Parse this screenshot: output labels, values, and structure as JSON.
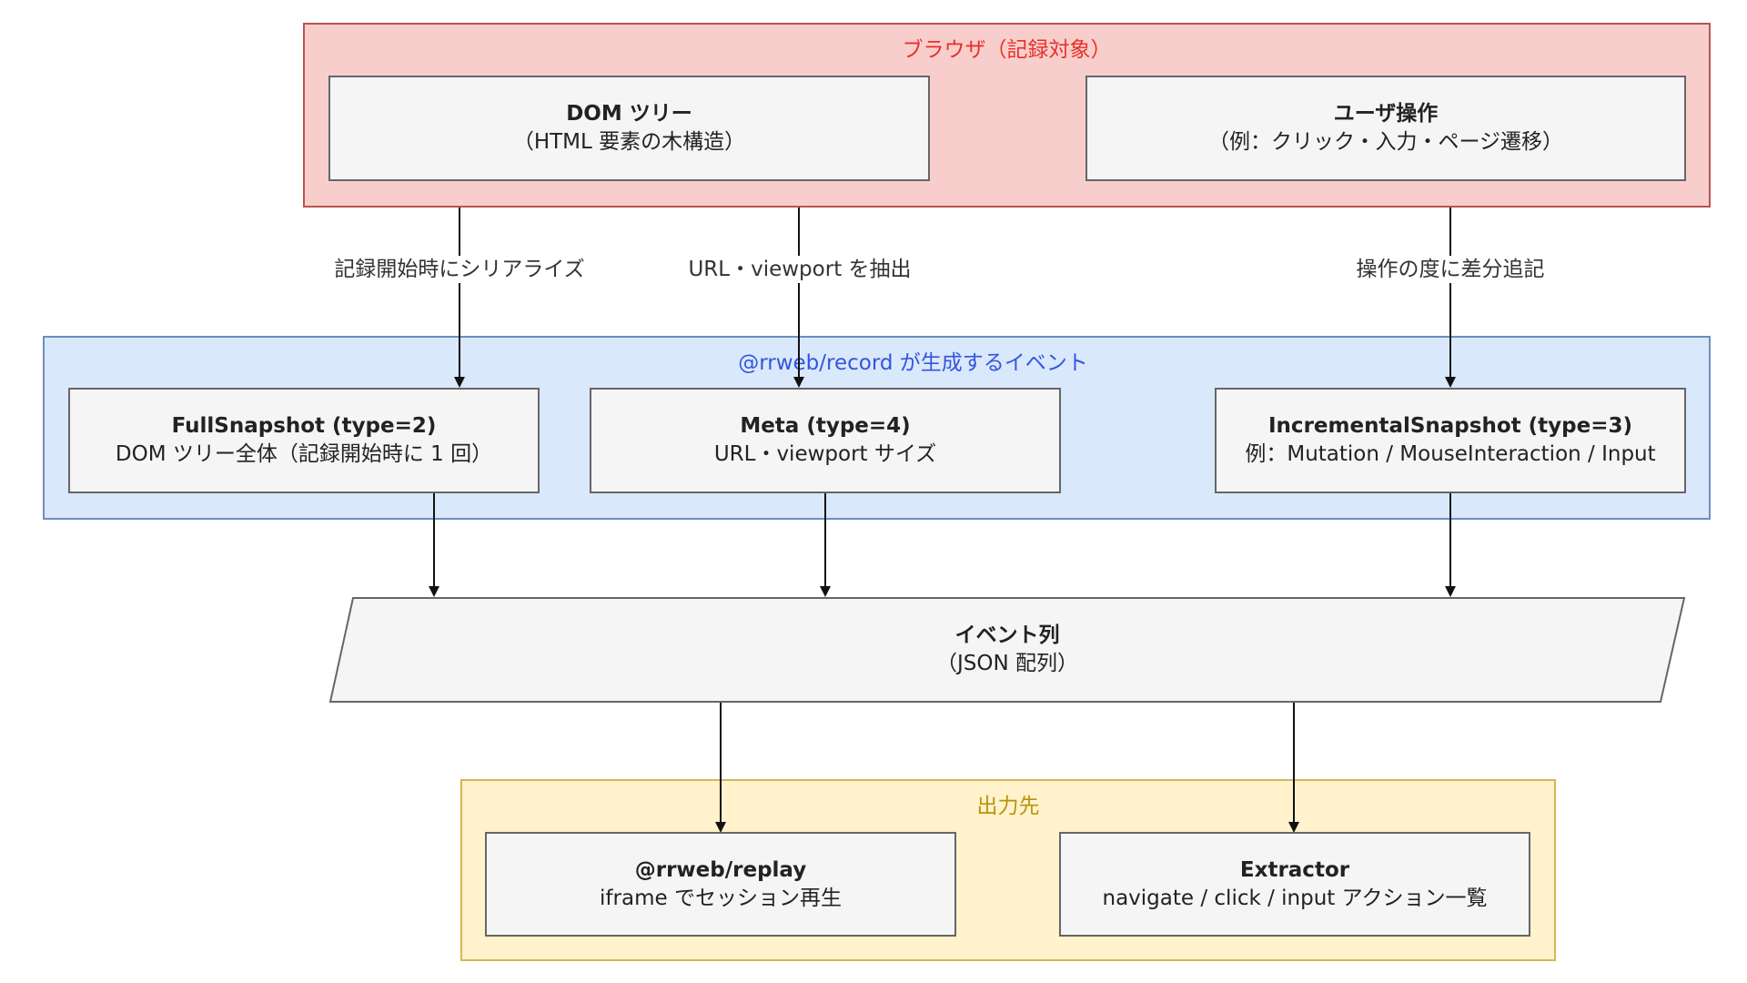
{
  "browser_group": {
    "title": "ブラウザ（記録対象）",
    "title_color": "#e8302a",
    "fill": "#f8cecc",
    "border": "#b85450",
    "dom_tree": {
      "title": "DOM ツリー",
      "sub": "（HTML 要素の木構造）"
    },
    "user_ops": {
      "title": "ユーザ操作",
      "sub": "（例：クリック・入力・ページ遷移）"
    }
  },
  "edges": {
    "serialize_label": "記録開始時にシリアライズ",
    "meta_label": "URL・viewport を抽出",
    "diff_label": "操作の度に差分追記"
  },
  "record_group": {
    "title": "@rrweb/record が生成するイベント",
    "title_color": "#3355dd",
    "fill": "#dae8fc",
    "border": "#6c8ebf",
    "full_snapshot": {
      "title": "FullSnapshot (type=2)",
      "sub": "DOM ツリー全体（記録開始時に 1 回）"
    },
    "meta": {
      "title": "Meta (type=4)",
      "sub": "URL・viewport サイズ"
    },
    "incremental": {
      "title": "IncrementalSnapshot (type=3)",
      "sub": "例：Mutation / MouseInteraction / Input"
    }
  },
  "event_list": {
    "title": "イベント列",
    "sub": "（JSON 配列）"
  },
  "output_group": {
    "title": "出力先",
    "title_color": "#b8950a",
    "fill": "#fff2cc",
    "border": "#d6b656",
    "replay": {
      "title": "@rrweb/replay",
      "sub": "iframe でセッション再生"
    },
    "extractor": {
      "title": "Extractor",
      "sub": "navigate / click / input アクション一覧"
    }
  }
}
